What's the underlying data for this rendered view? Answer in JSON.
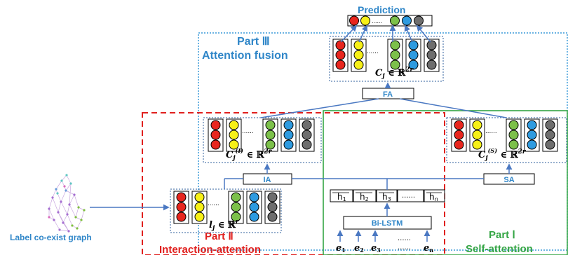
{
  "prediction": {
    "title": "Prediction",
    "dots": "......"
  },
  "part3": {
    "title": "Part Ⅲ",
    "subtitle": "Attention fusion"
  },
  "part2": {
    "title": "Part Ⅱ",
    "subtitle": "Interaction-attention"
  },
  "part1": {
    "title": "Part Ⅰ",
    "subtitle": "Self-attention"
  },
  "blocks": {
    "fa": "FA",
    "ia": "IA",
    "sa": "SA",
    "bilstm": "Bi-LSTM"
  },
  "vectors": {
    "cj": {
      "sym": "C",
      "sub": "j",
      "rest": " ∈ ℝ",
      "sup": "2r"
    },
    "cji": {
      "sym": "C",
      "sub": "j",
      "sup_label": "(I)",
      "rest": " ∈ ℝ",
      "sup": "2r"
    },
    "cjs": {
      "sym": "C",
      "sub": "j",
      "sup_label": "(S)",
      "rest": " ∈ ℝ",
      "sup": "2r"
    },
    "lj": {
      "sym": "l",
      "sub": "j",
      "rest": " ∈ ℝ",
      "sup": "r"
    }
  },
  "hidden": {
    "h1": "h",
    "h1sub": "1",
    "h2": "h",
    "h2sub": "2",
    "h3": "h",
    "h3sub": "3",
    "dots": "......",
    "hn": "h",
    "hnsub": "n"
  },
  "embeddings": {
    "e1": "e",
    "e1sub": "1",
    "e2": "e",
    "e2sub": "2",
    "e3": "e",
    "e3sub": "3",
    "dots": "......",
    "en": "e",
    "ensub": "n"
  },
  "graph": {
    "label": "Label co-exist graph"
  },
  "cell_dots": "......",
  "colors": {
    "red": "#e8261e",
    "yellow": "#f7f018",
    "green": "#7cc04a",
    "blue": "#2e9be0",
    "gray": "#6e6e6e",
    "part_blue": "#3a9ad9",
    "part_red": "#e0201e",
    "part_green": "#34a544",
    "arrow": "#4a78c2"
  }
}
